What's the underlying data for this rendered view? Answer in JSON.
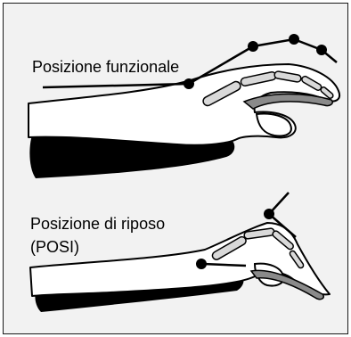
{
  "labels": {
    "functional": "Posizione funzionale",
    "rest_line1": "Posizione di riposo",
    "rest_line2": "(POSI)"
  },
  "colors": {
    "background": "#f2f2f2",
    "border": "#1a1a1a",
    "splint": "#000000",
    "hand_fill": "#ffffff",
    "bone": "#d9d9d9",
    "splint_edge": "#8a8a8a"
  }
}
